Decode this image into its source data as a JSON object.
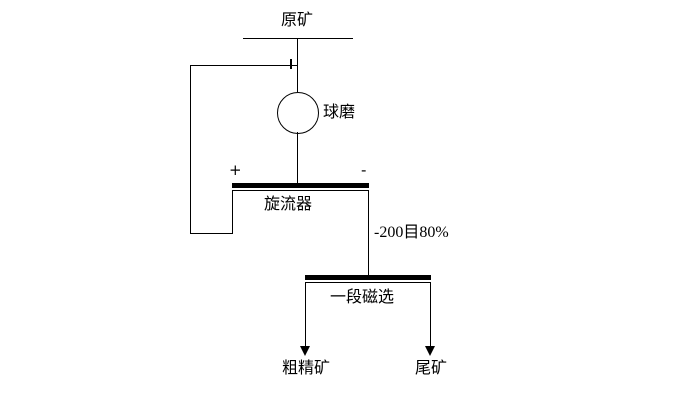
{
  "page": {
    "type": "process-flowsheet",
    "colors": {
      "line": "#000000",
      "background": "#ffffff",
      "text": "#000000"
    }
  },
  "flowchart": {
    "nodes": {
      "raw_ore": "原矿",
      "ball_mill": "球磨",
      "cyclone": "旋流器",
      "magnetic_separation": "一段磁选",
      "coarse_concentrate": "粗精矿",
      "tailings": "尾矿"
    },
    "annotations": {
      "cyclone_underflow_sign": "+",
      "cyclone_overflow_sign": "-",
      "fineness": "-200目80%"
    }
  }
}
